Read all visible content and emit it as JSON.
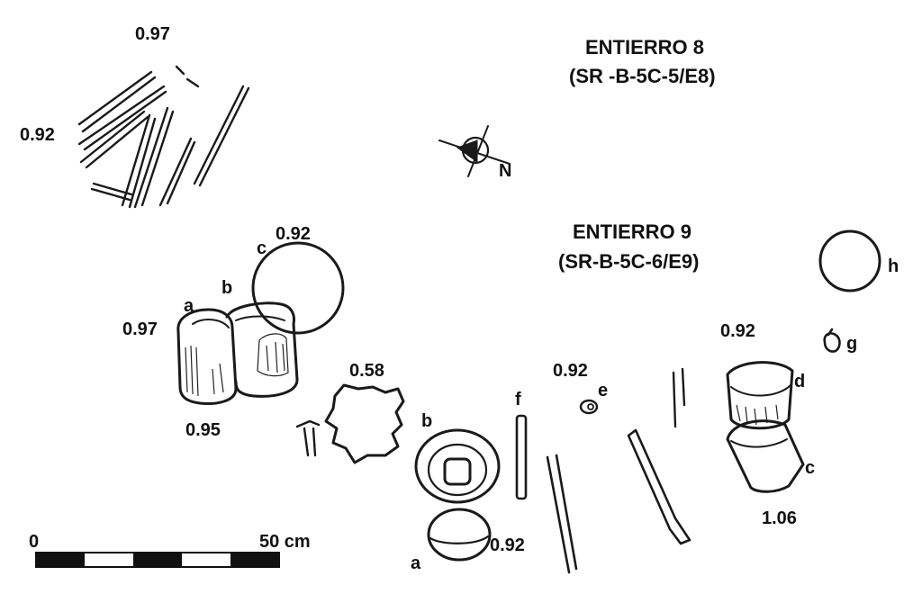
{
  "burial_8": {
    "title": "ENTIERRO 8",
    "code": "(SR -B-5C-5/E8)",
    "depths": [
      "0.97",
      "0.92"
    ]
  },
  "burial_9": {
    "title": "ENTIERRO 9",
    "code": "(SR-B-5C-6/E9)",
    "depths": {
      "vessel_c_top": "0.92",
      "vessel_a_top": "0.97",
      "vessel_a_bottom": "0.95",
      "stone_block": "0.58",
      "bead_e": "0.92",
      "vessel_d": "0.92",
      "vessel_c_right": "1.06",
      "vessel_a_bottom_center": "0.92"
    },
    "object_letters": {
      "a_left": "a",
      "b_left": "b",
      "c_left": "c",
      "b_center": "b",
      "a_center": "a",
      "f": "f",
      "e": "e",
      "d": "d",
      "c_right": "c",
      "g": "g",
      "h": "h"
    }
  },
  "north_arrow": {
    "label": "N"
  },
  "scale_bar": {
    "start": "0",
    "end": "50 cm"
  },
  "colors": {
    "ink": "#1a1a1a",
    "paper": "#ffffff"
  }
}
